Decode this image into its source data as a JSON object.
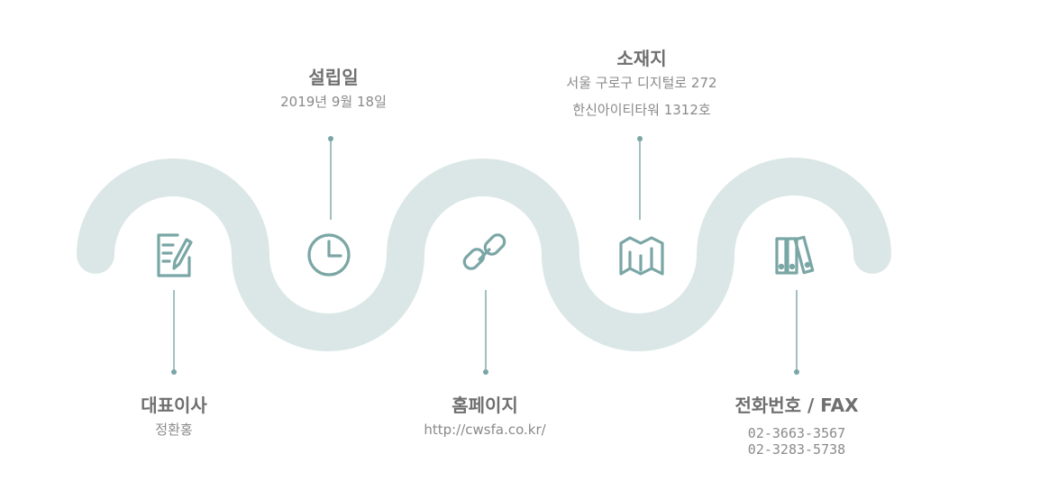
{
  "colors": {
    "wave": "#dbe7e6",
    "accent": "#7aa6a5",
    "title": "#6f6f6f",
    "text": "#8a8a8a"
  },
  "items": [
    {
      "id": "ceo",
      "icon": "edit-document-icon",
      "title": "대표이사",
      "lines": [
        "정환홍"
      ]
    },
    {
      "id": "founded",
      "icon": "clock-icon",
      "title": "설립일",
      "lines": [
        "2019년 9월 18일"
      ]
    },
    {
      "id": "homepage",
      "icon": "link-icon",
      "title": "홈페이지",
      "lines": [
        "http://cwsfa.co.kr/"
      ]
    },
    {
      "id": "address",
      "icon": "map-icon",
      "title": "소재지",
      "lines": [
        "서울 구로구 디지털로 272",
        "한신아이티타워 1312호"
      ]
    },
    {
      "id": "contact",
      "icon": "binders-icon",
      "title": "전화번호 / FAX",
      "lines": [
        "02-3663-3567",
        "02-3283-5738"
      ]
    }
  ]
}
